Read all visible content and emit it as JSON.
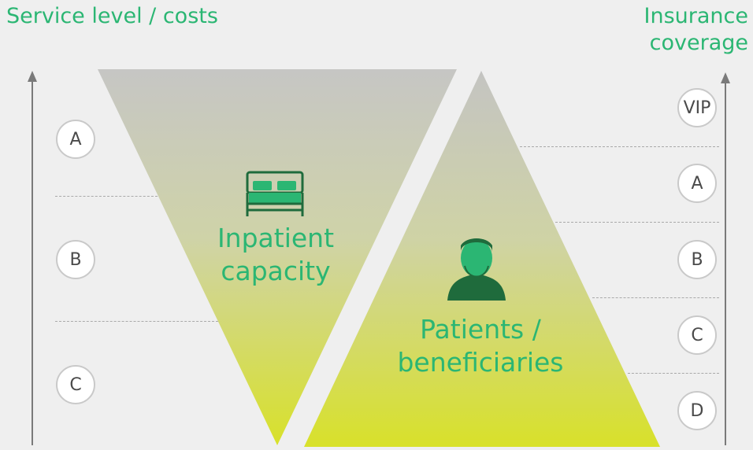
{
  "left_axis": {
    "title": "Service level / costs",
    "levels": [
      "A",
      "B",
      "C"
    ]
  },
  "right_axis": {
    "title": "Insurance coverage",
    "levels": [
      "VIP",
      "A",
      "B",
      "C",
      "D"
    ]
  },
  "triangles": {
    "inverted_label_line1": "Inpatient",
    "inverted_label_line2": "capacity",
    "upright_label_line1": "Patients /",
    "upright_label_line2": "beneficiaries"
  },
  "icons": {
    "inverted": "bed-icon",
    "upright": "person-icon"
  },
  "colors": {
    "accent": "#2bb673",
    "gradient_top": "#c6c6c6",
    "gradient_bottom": "#d6e02a",
    "background": "#efefef"
  }
}
